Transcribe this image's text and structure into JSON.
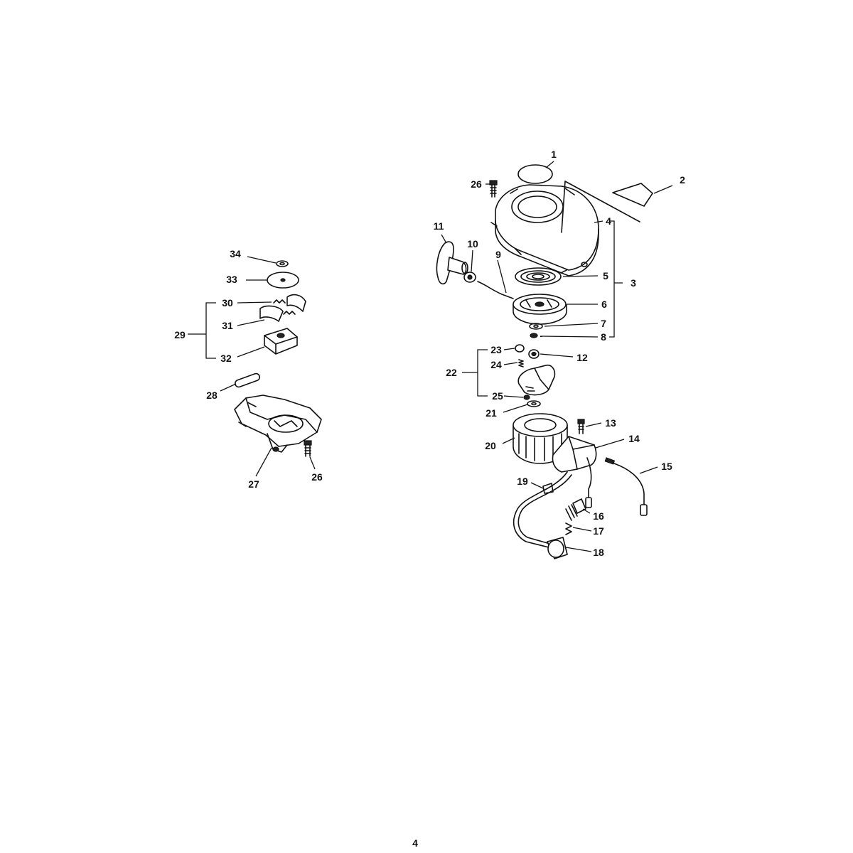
{
  "page": {
    "number": "4"
  },
  "callouts": {
    "c1": "1",
    "c2": "2",
    "c3": "3",
    "c4": "4",
    "c5": "5",
    "c6": "6",
    "c7": "7",
    "c8": "8",
    "c9": "9",
    "c10": "10",
    "c11": "11",
    "c12": "12",
    "c13": "13",
    "c14": "14",
    "c15": "15",
    "c16": "16",
    "c17": "17",
    "c18": "18",
    "c19": "19",
    "c20": "20",
    "c21": "21",
    "c22": "22",
    "c23": "23",
    "c24": "24",
    "c25": "25",
    "c26a": "26",
    "c26b": "26",
    "c27": "27",
    "c28": "28",
    "c29": "29",
    "c30": "30",
    "c31": "31",
    "c32": "32",
    "c33": "33",
    "c34": "34"
  }
}
